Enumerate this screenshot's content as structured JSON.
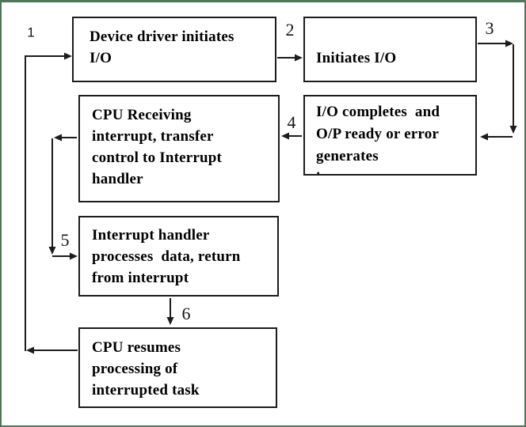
{
  "colors": {
    "frame_border": "#4f7757",
    "line": "#1c1c1c",
    "box_border": "#1c1c1c",
    "text": "#000000",
    "background": "#ffffff"
  },
  "nodes": [
    {
      "name": "device-driver",
      "text": "Device driver initiates\nI/O"
    },
    {
      "name": "initiates-io",
      "text": "Initiates I/O"
    },
    {
      "name": "io-completes",
      "text": "I/O completes  and\nO/P ready or error\ngenerates\ninterrupt"
    },
    {
      "name": "cpu-receiving",
      "text": "CPU Receiving\ninterrupt, transfer\ncontrol to Interrupt\nhandler"
    },
    {
      "name": "interrupt-handler",
      "text": "Interrupt handler\nprocesses  data, return\nfrom interrupt"
    },
    {
      "name": "cpu-resumes",
      "text": "CPU resumes\nprocessing of\ninterrupted task"
    }
  ],
  "step_labels": {
    "s1": "1",
    "s2": "2",
    "s3": "3",
    "s4": "4",
    "s5": "5",
    "s6": "6"
  }
}
